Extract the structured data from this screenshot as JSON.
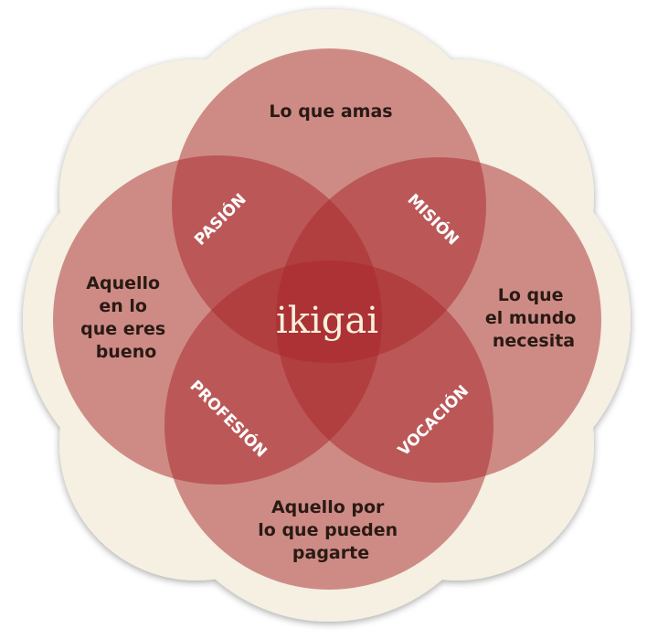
{
  "center": "ikigai",
  "colors": {
    "background": "#f5f0e1",
    "circle": "#a8262a",
    "text_dark": "#2a1a14"
  },
  "circles": {
    "top": [
      "Lo que amas"
    ],
    "left": [
      "Aquello",
      "en lo",
      "que eres",
      "bueno"
    ],
    "right": [
      "Lo que",
      "el mundo",
      "necesita"
    ],
    "bottom": [
      "Aquello por",
      "lo que pueden",
      "pagarte"
    ]
  },
  "intersections": {
    "top_left": "PASIÓN",
    "top_right": "MISIÓN",
    "bottom_left": "PROFESIÓN",
    "bottom_right": "VOCACIÓN"
  }
}
